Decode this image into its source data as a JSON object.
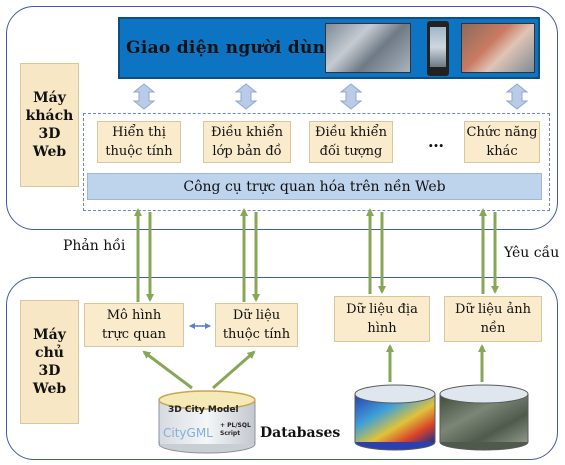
{
  "client": {
    "side_label": "Máy\nkhách\n3D\nWeb",
    "banner_title": "Giao diện người dùng",
    "modules": [
      {
        "label": "Hiển thị\nthuộc tính"
      },
      {
        "label": "Điều khiển\nlớp bản đồ"
      },
      {
        "label": "Điều khiển\nđối tượng"
      },
      {
        "label": "Chức năng\nkhác"
      }
    ],
    "ellipsis": "…",
    "toolbar": "Công cụ trực quan hóa trên nền Web"
  },
  "flow": {
    "feedback": "Phản hồi",
    "request": "Yêu cầu"
  },
  "server": {
    "side_label": "Máy\nchủ\n3D\nWeb",
    "modules": [
      {
        "label": "Mô hình\ntrực quan"
      },
      {
        "label": "Dữ liệu\nthuộc tính"
      },
      {
        "label": "Dữ liệu địa\nhình"
      },
      {
        "label": "Dữ liệu ảnh\nnền"
      }
    ],
    "cylinder": {
      "title": "3D City Model",
      "line1": "CityGML",
      "line2": "+ PL/SQL\nScript"
    },
    "databases": "Databases"
  }
}
